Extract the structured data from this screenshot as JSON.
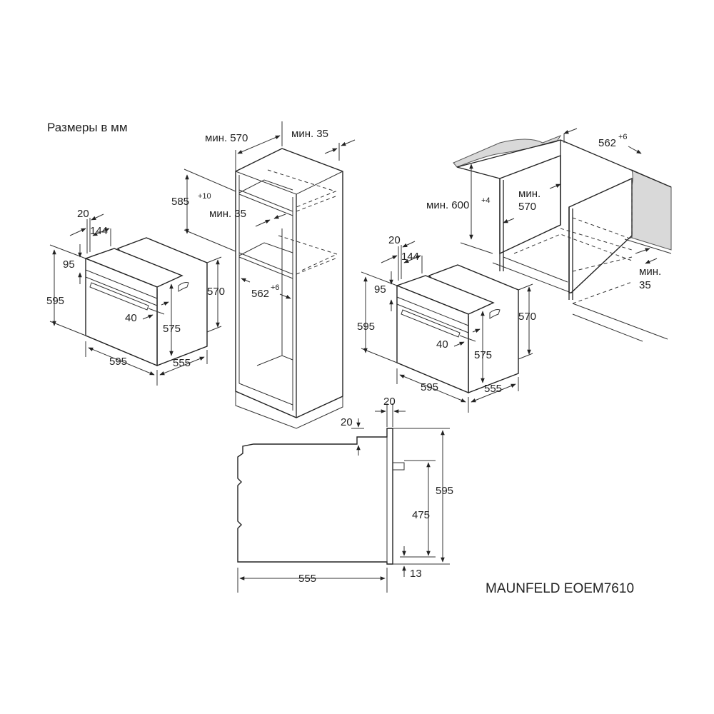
{
  "caption": "Размеры в мм",
  "model": "MAUNFELD EOEM7610",
  "oven_dims": {
    "d20": "20",
    "d144": "144",
    "d95": "95",
    "d595h": "595",
    "d40": "40",
    "d575": "575",
    "d570": "570",
    "d595w": "595",
    "d555": "555"
  },
  "tall_cabinet": {
    "min570": "мин. 570",
    "min35_top": "мин. 35",
    "h585": "585",
    "h585_tol": "+10",
    "min35_mid": "мин. 35",
    "w562": "562",
    "w562_tol": "+6"
  },
  "under_counter": {
    "w562": "562",
    "w562_tol": "+6",
    "min600": "мин. 600",
    "min600_tol": "+4",
    "min570_a": "мин.",
    "min570_b": "570",
    "min35_a": "мин.",
    "min35_b": "35"
  },
  "side_view": {
    "d20_top": "20",
    "d20_left": "20",
    "d595": "595",
    "d475": "475",
    "d555": "555",
    "d13": "13"
  }
}
